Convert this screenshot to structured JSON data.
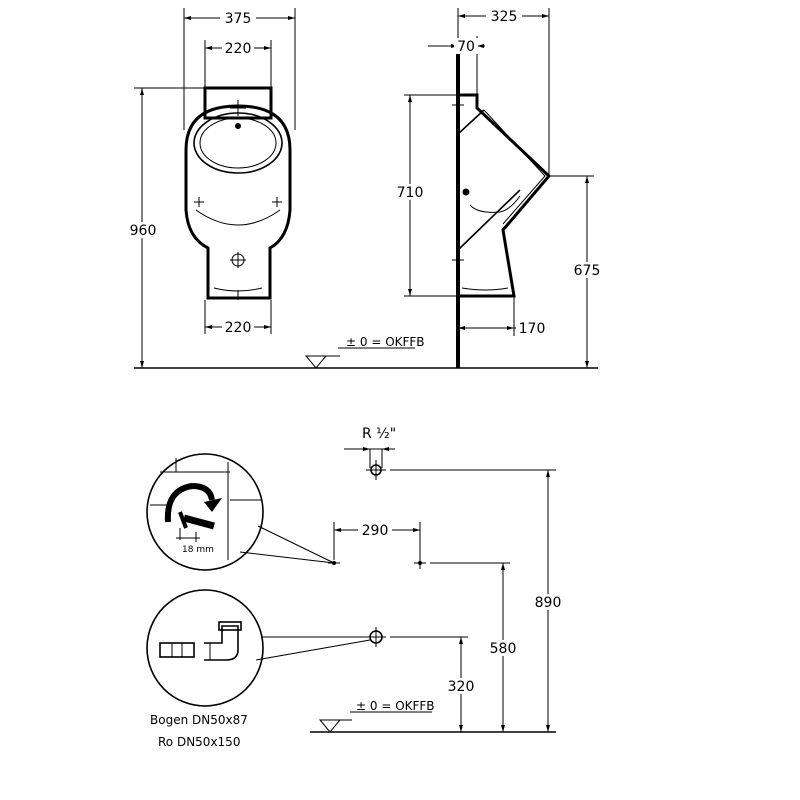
{
  "front_view": {
    "width_total": "375",
    "width_top": "220",
    "width_bottom": "220",
    "height_total": "960"
  },
  "side_view": {
    "depth_total": "325",
    "offset_top": "70",
    "height_inner": "710",
    "height_outlet": "675",
    "offset_bottom": "170"
  },
  "floor_reference_top": "± 0 = OKFFB",
  "floor_reference_bottom": "± 0 = OKFFB",
  "install": {
    "supply_thread": "R ½\"",
    "spacing": "290",
    "height_supply": "890",
    "height_fixing": "580",
    "height_drain": "320"
  },
  "detail_screw_label": "18 mm",
  "detail_pipe_label_1": "Bogen DN50x87",
  "detail_pipe_label_2": "Ro DN50x150"
}
